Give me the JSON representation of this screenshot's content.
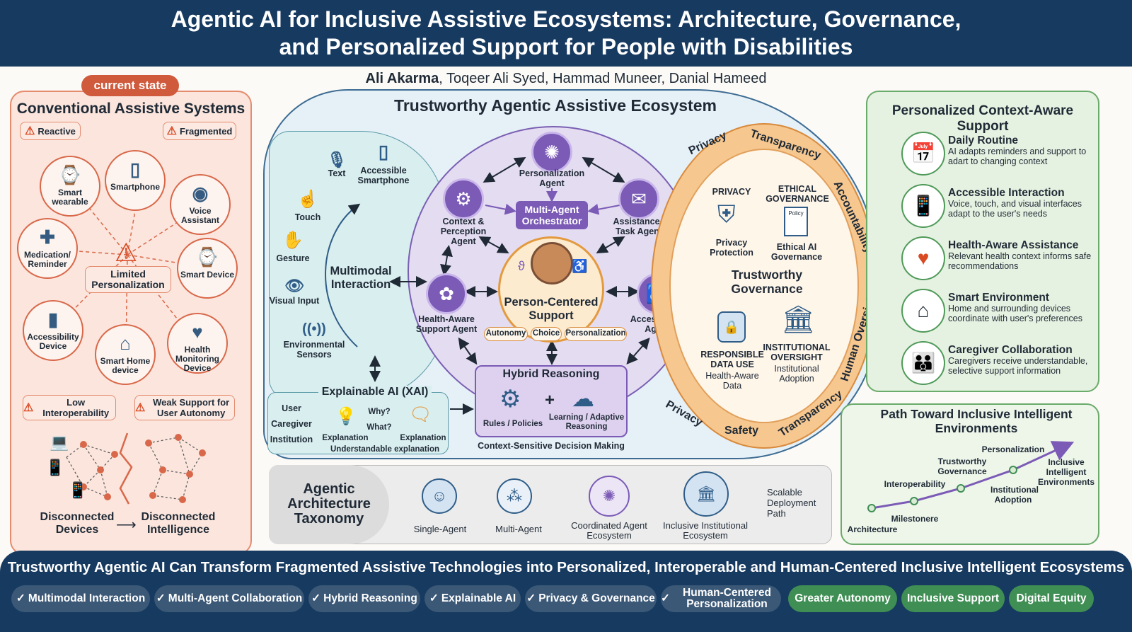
{
  "title_line1": "Agentic AI for Inclusive Assistive Ecosystems: Architecture, Governance,",
  "title_line2": "and Personalized Support for People with Disabilities",
  "authors_lead": "Ali Akarma",
  "authors_rest": ", Toqeer Ali Syed, Hammad Muneer, Danial Hameed",
  "left": {
    "pill": "current state",
    "title": "Conventional Assistive Systems",
    "reactive": "Reactive",
    "fragmented": "Fragmented",
    "devices": [
      "Smart wearable",
      "Smartphone",
      "Voice Assistant",
      "Medication/ Reminder",
      "Smart Device",
      "Accessibility Device",
      "Smart Home device",
      "Health Monitoring Device"
    ],
    "limited": "Limited Personalization",
    "low_interop": "Low Interoperability",
    "weak_support": "Weak Support for User Autonomy",
    "disc_devices": "Disconnected Devices",
    "disc_intel": "Disconnected Intelligence"
  },
  "center": {
    "title": "Trustworthy Agentic Assistive Ecosystem",
    "inputs": [
      "Text",
      "Accessible Smartphone",
      "Touch",
      "Gesture",
      "Visual Input",
      "Environmental Sensors"
    ],
    "multimodal": "Multimodal Interaction",
    "agents": {
      "personalization": "Personalization Agent",
      "context": "Context & Perception Agent",
      "assistance": "Assistance / Task Agent",
      "health": "Health-Aware Support Agent",
      "accessibility": "Accessibility Agent"
    },
    "orchestrator": "Multi-Agent Orchestrator",
    "person": "Person-Centered Support",
    "chips": [
      "Autonomy",
      "Choice",
      "Personalization"
    ],
    "hybrid_title": "Hybrid Reasoning",
    "rules": "Rules / Policies",
    "learning": "Learning / Adaptive Reasoning",
    "context_sensitive": "Context-Sensitive Decision Making",
    "xai_title": "Explainable AI (XAI)",
    "xai_users": [
      "User",
      "Caregiver",
      "Institution"
    ],
    "why": "Why?",
    "what": "What?",
    "explanation": "Explanation",
    "explanation2": "Explanation",
    "understandable": "Understandable explanation"
  },
  "governance": {
    "ring": [
      "Privacy",
      "Transparency",
      "Accountability",
      "Human Oversight",
      "Transparency",
      "Safety",
      "Privacy"
    ],
    "privacy_head": "PRIVACY",
    "privacy_sub": "Privacy Protection",
    "ethical_head": "ETHICAL GOVERNANCE",
    "ethical_sub": "Ethical AI Governance",
    "policy": "Policy",
    "center": "Trustworthy Governance",
    "resp_head": "RESPONSIBLE DATA USE",
    "resp_sub": "Health-Aware Data",
    "inst_head": "INSTITUTIONAL OVERSIGHT",
    "inst_sub": "Institutional Adoption"
  },
  "taxonomy": {
    "title": "Agentic Architecture Taxonomy",
    "steps": [
      "Single-Agent",
      "Multi-Agent",
      "Coordinated Agent Ecosystem",
      "Inclusive Institutional Ecosystem"
    ],
    "scalable": "Scalable Deployment Path"
  },
  "right": {
    "title": "Personalized Context-Aware Support",
    "items": [
      {
        "t": "Daily Routine",
        "d": "AI adapts reminders and support to adart to changing context"
      },
      {
        "t": "Accessible Interaction",
        "d": "Voice, touch, and visual interfaces adapt to the user's needs"
      },
      {
        "t": "Health-Aware Assistance",
        "d": "Relevant health context informs safe recommendations"
      },
      {
        "t": "Smart Environment",
        "d": "Home and surrounding devices coordinate with user's preferences"
      },
      {
        "t": "Caregiver Collaboration",
        "d": "Caregivers receive understandable, selective support information"
      }
    ]
  },
  "path": {
    "title": "Path Toward Inclusive Intelligent Environments",
    "architecture": "Architecture",
    "milestone": "Milestonere",
    "interop": "Interoperability",
    "trust": "Trustworthy Governance",
    "personalization": "Personalization",
    "institutional": "Institutional Adoption",
    "inclusive": "Inclusive Intelligent Environments"
  },
  "footer": {
    "tagline": "Trustworthy Agentic AI Can Transform Fragmented Assistive Technologies into Personalized, Interoperable and Human-Centered Inclusive Intelligent Ecosystems",
    "checks": [
      "Multimodal Interaction",
      "Multi-Agent Collaboration",
      "Hybrid Reasoning",
      "Explainable AI",
      "Privacy & Governance",
      "Human-Centered Personalization"
    ],
    "outcomes": [
      "Greater Autonomy",
      "Inclusive Support",
      "Digital Equity"
    ]
  },
  "colors": {
    "navy": "#173a60",
    "coral": "#cf5a3c",
    "purple": "#7b5bb6",
    "orange": "#e39a3f",
    "green": "#3f8e54"
  }
}
